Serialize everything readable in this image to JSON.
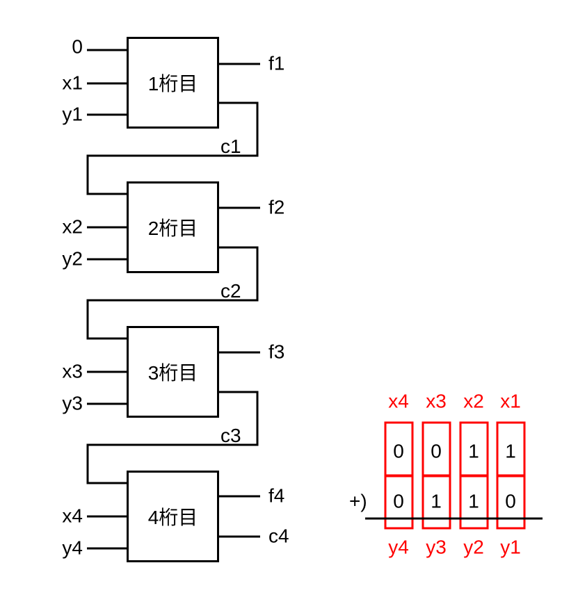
{
  "colors": {
    "wire": "#000000",
    "highlight": "#ff0000"
  },
  "circuit": {
    "blocks": [
      {
        "label": "1桁目",
        "inputs": [
          "0",
          "x1",
          "y1"
        ],
        "sum_out": "f1",
        "carry_out": "c1"
      },
      {
        "label": "2桁目",
        "inputs": [
          "x2",
          "y2"
        ],
        "sum_out": "f2",
        "carry_out": "c2"
      },
      {
        "label": "3桁目",
        "inputs": [
          "x3",
          "y3"
        ],
        "sum_out": "f3",
        "carry_out": "c3"
      },
      {
        "label": "4桁目",
        "inputs": [
          "x4",
          "y4"
        ],
        "sum_out": "f4",
        "carry_out": "c4"
      }
    ]
  },
  "addition": {
    "operator": "+)",
    "col_headers": [
      "x4",
      "x3",
      "x2",
      "x1"
    ],
    "addend_row": [
      "0",
      "0",
      "1",
      "1"
    ],
    "augend_row": [
      "0",
      "1",
      "1",
      "0"
    ],
    "col_footers": [
      "y4",
      "y3",
      "y2",
      "y1"
    ]
  }
}
